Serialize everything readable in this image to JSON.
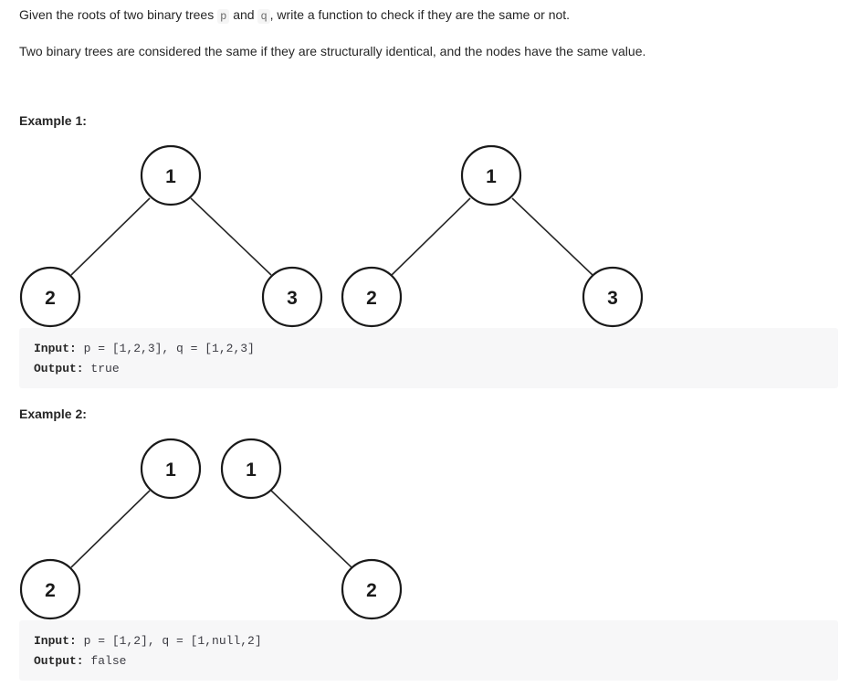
{
  "intro": {
    "p1_before": "Given the roots of two binary trees ",
    "p1_var_p": "p",
    "p1_and": " and ",
    "p1_var_q": "q",
    "p1_after": ", write a function to check if they are the same or not.",
    "p2": "Two binary trees are considered the same if they are structurally identical, and the nodes have the same value."
  },
  "examples": [
    {
      "heading": "Example 1:",
      "nodes": [
        "1",
        "2",
        "3",
        "1",
        "2",
        "3"
      ],
      "input_label": "Input:",
      "input_value": " p = [1,2,3], q = [1,2,3]",
      "output_label": "Output:",
      "output_value": " true"
    },
    {
      "heading": "Example 2:",
      "nodes": [
        "1",
        "2",
        "1",
        "2"
      ],
      "input_label": "Input:",
      "input_value": " p = [1,2], q = [1,null,2]",
      "output_label": "Output:",
      "output_value": " false"
    }
  ]
}
